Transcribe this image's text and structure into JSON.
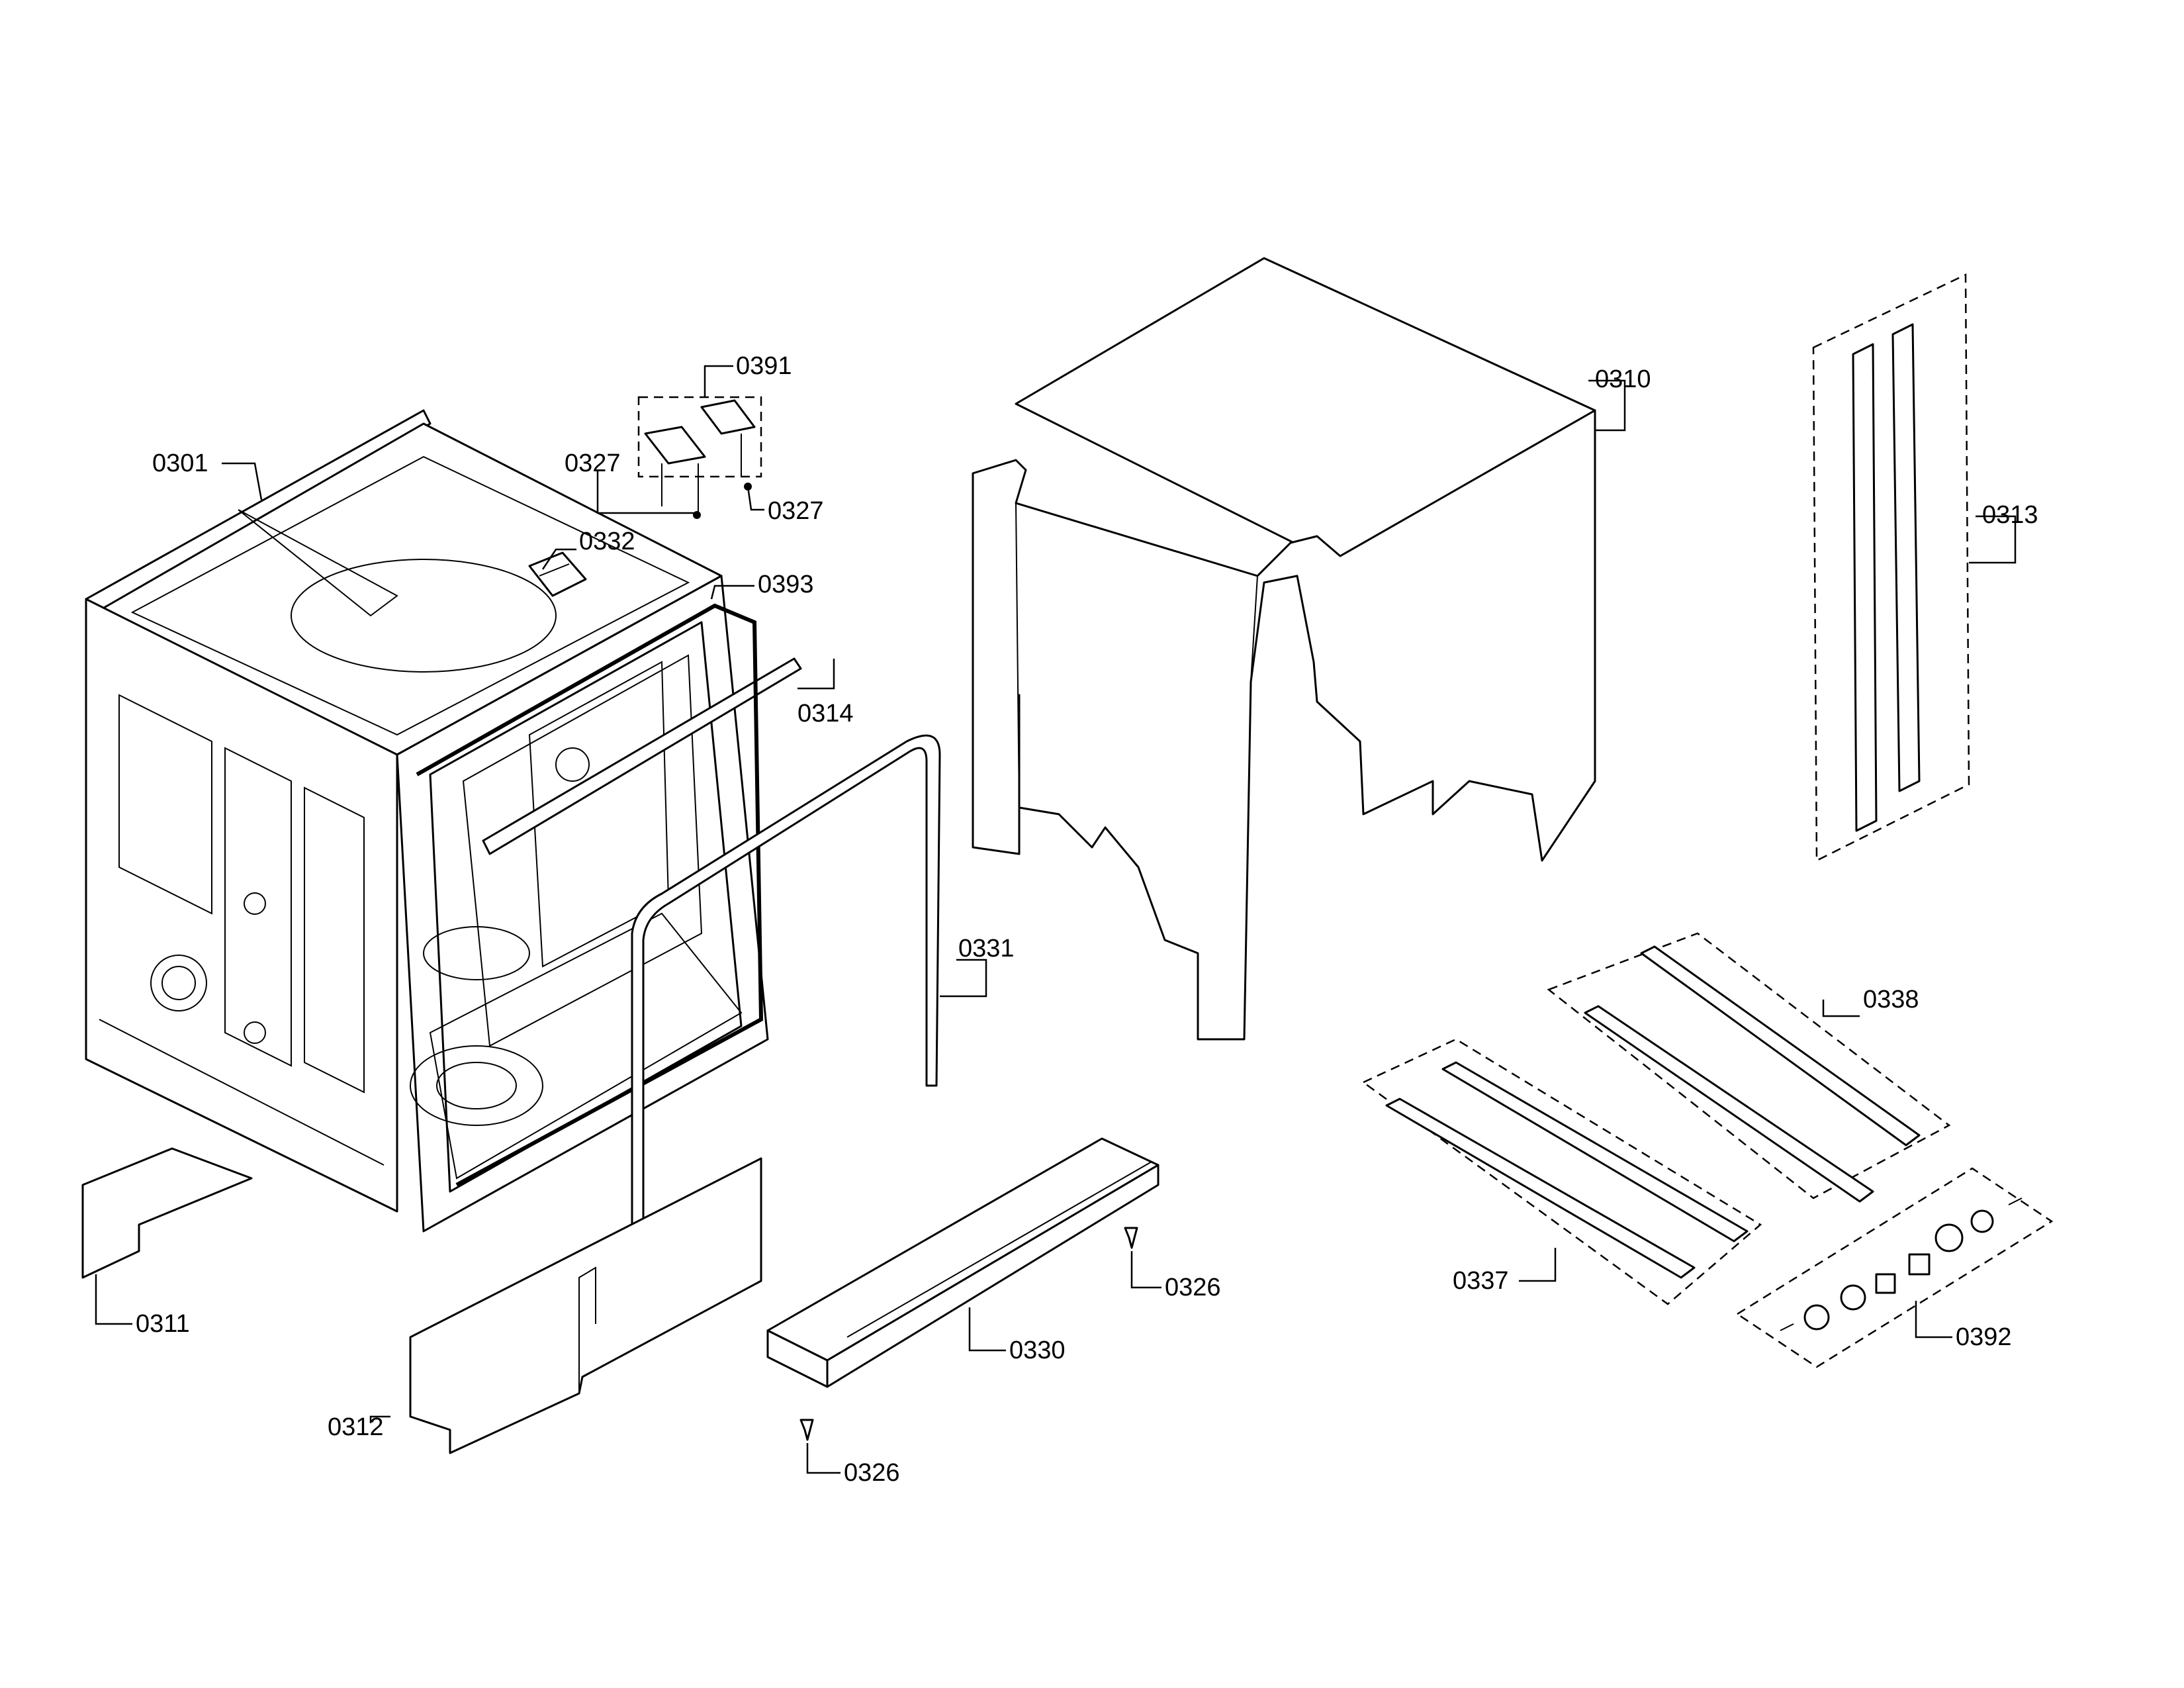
{
  "callouts": {
    "c0301": "0301",
    "c0391": "0391",
    "c0327a": "0327",
    "c0327b": "0327",
    "c0332": "0332",
    "c0393": "0393",
    "c0314": "0314",
    "c0331": "0331",
    "c0310": "0310",
    "c0313": "0313",
    "c0338": "0338",
    "c0337": "0337",
    "c0392": "0392",
    "c0311": "0311",
    "c0312": "0312",
    "c0330": "0330",
    "c0326a": "0326",
    "c0326b": "0326"
  }
}
